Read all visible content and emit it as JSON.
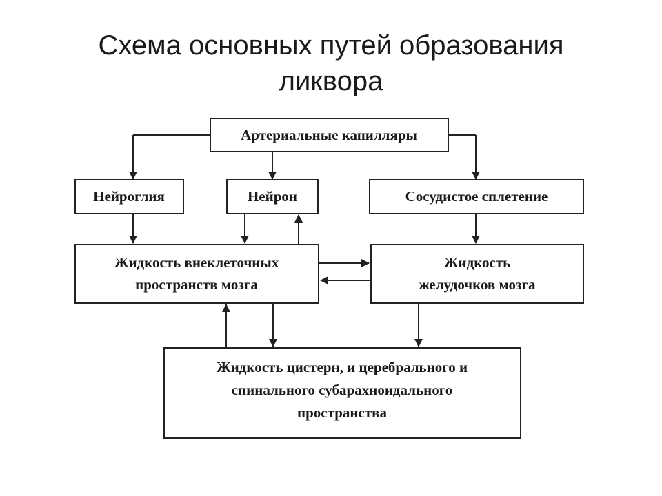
{
  "title": {
    "line1": "Схема основных путей образования",
    "line2": "ликвора"
  },
  "nodes": {
    "arterial_capillaries": "Артериальные капилляры",
    "neuroglia": "Нейроглия",
    "neuron": "Нейрон",
    "choroid_plexus": "Сосудистое сплетение",
    "extracellular_fluid": {
      "line1": "Жидкость внеклеточных",
      "line2": "пространств мозга"
    },
    "ventricular_fluid": {
      "line1": "Жидкость",
      "line2": "желудочков мозга"
    },
    "cistern_fluid": {
      "line1": "Жидкость цистерн, и церебрального и",
      "line2": "спинального субарахноидального",
      "line3": "пространства"
    }
  },
  "edges": [
    {
      "from": "arterial_capillaries",
      "to": "neuroglia"
    },
    {
      "from": "arterial_capillaries",
      "to": "neuron"
    },
    {
      "from": "arterial_capillaries",
      "to": "choroid_plexus"
    },
    {
      "from": "neuroglia",
      "to": "extracellular_fluid"
    },
    {
      "from": "neuron",
      "to": "extracellular_fluid"
    },
    {
      "from": "extracellular_fluid",
      "to": "neuron"
    },
    {
      "from": "choroid_plexus",
      "to": "ventricular_fluid"
    },
    {
      "from": "extracellular_fluid",
      "to": "ventricular_fluid"
    },
    {
      "from": "ventricular_fluid",
      "to": "extracellular_fluid"
    },
    {
      "from": "extracellular_fluid",
      "to": "cistern_fluid"
    },
    {
      "from": "cistern_fluid",
      "to": "extracellular_fluid"
    },
    {
      "from": "ventricular_fluid",
      "to": "cistern_fluid"
    }
  ]
}
